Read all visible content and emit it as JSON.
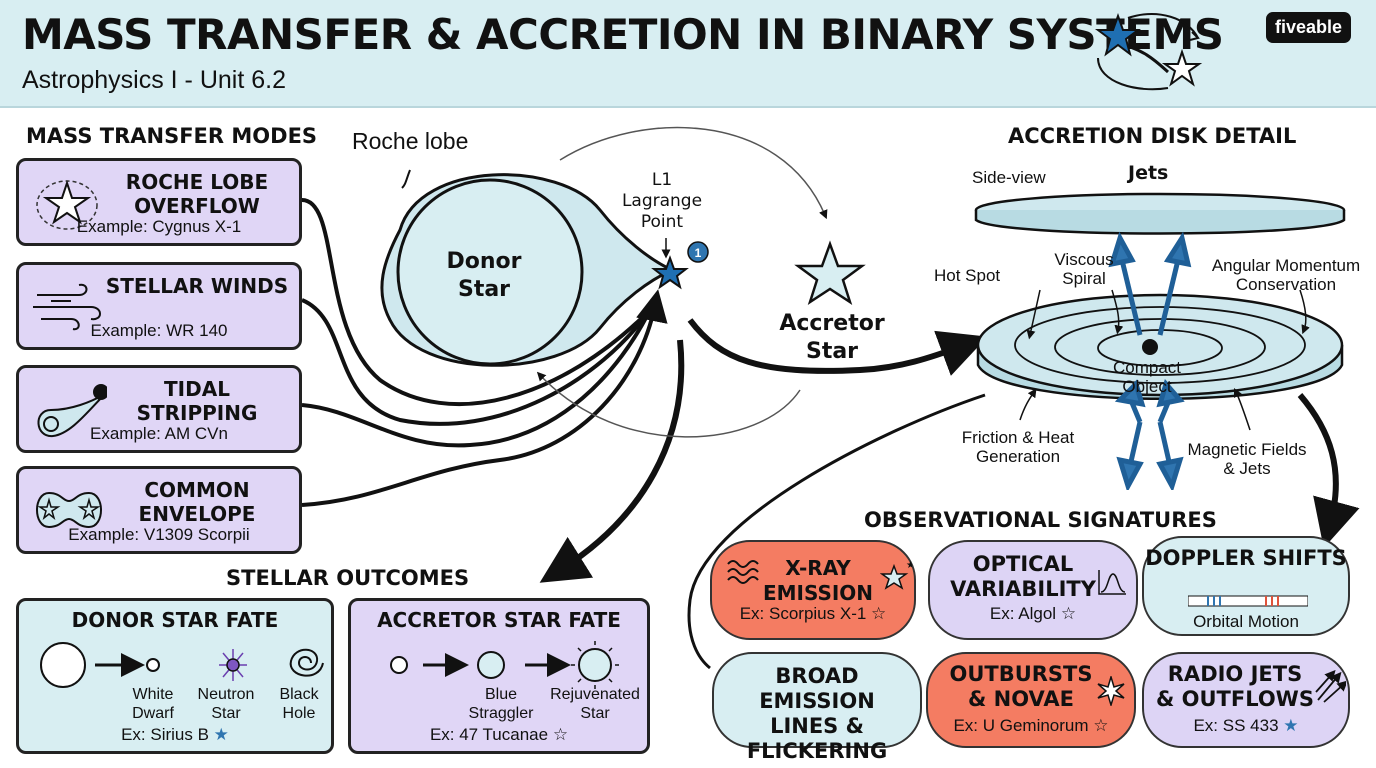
{
  "header": {
    "title": "MASS TRANSFER & ACCRETION IN BINARY SYSTEMS",
    "subtitle": "Astrophysics I - Unit 6.2",
    "brand": "fiveable"
  },
  "mass_transfer": {
    "heading": "MASS TRANSFER MODES",
    "modes": [
      {
        "title": "ROCHE LOBE OVERFLOW",
        "example": "Example: Cygnus X-1",
        "icon": "roche-star-icon"
      },
      {
        "title": "STELLAR WINDS",
        "example": "Example: WR 140",
        "icon": "wind-icon"
      },
      {
        "title": "TIDAL STRIPPING",
        "example": "Example: AM CVn",
        "icon": "tidal-icon"
      },
      {
        "title": "COMMON ENVELOPE",
        "example": "Example: V1309 Scorpii",
        "icon": "envelope-icon"
      }
    ]
  },
  "binary": {
    "roche_lobe_label": "Roche lobe",
    "donor_label": "Donor Star",
    "l1_label": "L1 Lagrange Point",
    "l1_badge": "1",
    "accretor_label": "Accretor Star"
  },
  "accretion_disk": {
    "heading": "ACCRETION DISK DETAIL",
    "side_view": "Side-view",
    "jets": "Jets",
    "hot_spot": "Hot Spot",
    "viscous_spiral": "Viscous Spiral",
    "angular_momentum": "Angular Momentum Conservation",
    "compact_object": "Compact Object",
    "friction_heat": "Friction & Heat Generation",
    "magnetic_fields": "Magnetic Fields & Jets"
  },
  "outcomes": {
    "heading": "STELLAR OUTCOMES",
    "donor": {
      "title": "DONOR STAR FATE",
      "labels": [
        "White Dwarf",
        "Neutron Star",
        "Black Hole"
      ],
      "example": "Ex: Sirius B"
    },
    "accretor": {
      "title": "ACCRETOR STAR FATE",
      "labels": [
        "Blue Straggler",
        "Rejuvenated Star"
      ],
      "example": "Ex: 47 Tucanae"
    }
  },
  "signatures": {
    "heading": "OBSERVATIONAL SIGNATURES",
    "items": [
      {
        "title": "X-RAY EMISSION",
        "example": "Ex: Scorpius X-1",
        "color": "#f47c62"
      },
      {
        "title": "OPTICAL VARIABILITY",
        "example": "Ex: Algol",
        "color": "#ddd4f5"
      },
      {
        "title": "DOPPLER SHIFTS",
        "example": "Orbital Motion",
        "color": "#d8eef2"
      },
      {
        "title": "BROAD EMISSION LINES & FLICKERING",
        "example": "",
        "color": "#d8eef2"
      },
      {
        "title": "OUTBURSTS & NOVAE",
        "example": "Ex: U Geminorum",
        "color": "#f47c62"
      },
      {
        "title": "RADIO JETS & OUTFLOWS",
        "example": "Ex: SS 433",
        "color": "#ddd4f5"
      }
    ]
  },
  "colors": {
    "header_bg": "#d8eef2",
    "mode_bg": "#e0d6f6",
    "disk": "#cfe8ee",
    "arrow_blue": "#2f75b0",
    "accent_red": "#f47c62"
  }
}
